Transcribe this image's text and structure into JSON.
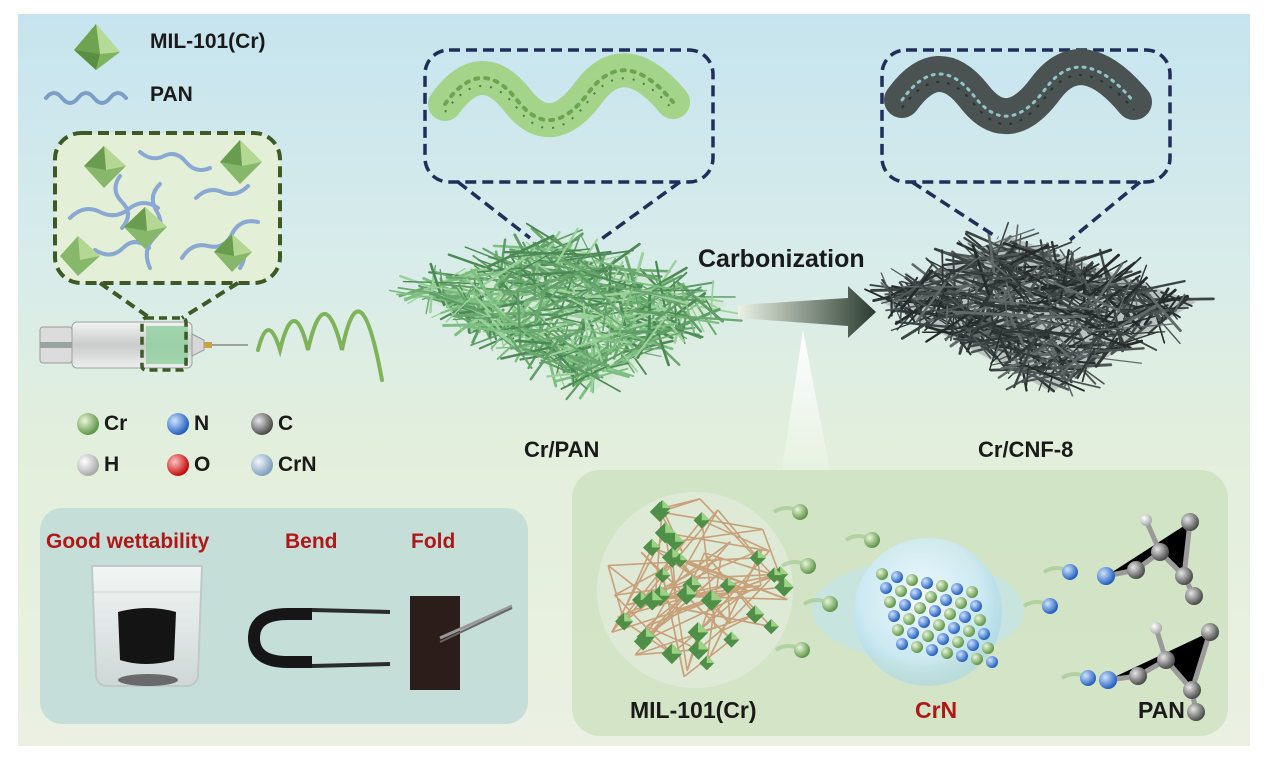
{
  "legend": {
    "mof_label": "MIL-101(Cr)",
    "pan_label": "PAN"
  },
  "atoms": [
    {
      "symbol": "Cr",
      "color": "#7fb06a"
    },
    {
      "symbol": "N",
      "color": "#3f7fd6"
    },
    {
      "symbol": "C",
      "color": "#7a7a7a"
    },
    {
      "symbol": "H",
      "color": "#dcdcdc"
    },
    {
      "symbol": "O",
      "color": "#e02020"
    },
    {
      "symbol": "CrN",
      "color": "#a8c4da"
    }
  ],
  "mats": {
    "left_label": "Cr/PAN",
    "right_label": "Cr/CNF-8",
    "process_label": "Carbonization"
  },
  "properties": {
    "wettability": "Good wettability",
    "bend": "Bend",
    "fold": "Fold"
  },
  "mechanism": {
    "mof": "MIL-101(Cr)",
    "crn": "CrN",
    "pan": "PAN"
  },
  "colors": {
    "fiber_green": "#6aa86f",
    "fiber_dark": "#3c4442",
    "octahedron": "#8fbf6e",
    "highlight_red": "#b01818",
    "dash_green": "#3d5a26",
    "dash_navy": "#1f2f5a"
  }
}
